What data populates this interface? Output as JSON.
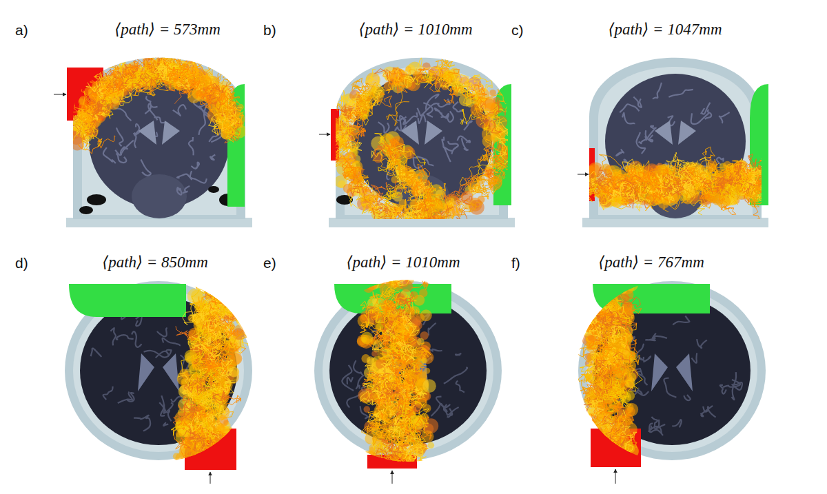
{
  "diagram": {
    "labels": [
      "a)",
      "⟨path⟩ = 573mm",
      "b)",
      "⟨path⟩ = 1010mm",
      "c)",
      "⟨path⟩ = 1047mm",
      "d)",
      "⟨path⟩ = 850mm",
      "e)",
      "⟨path⟩ = 1010mm",
      "f)",
      "⟨path⟩ = 767mm"
    ]
  }
}
